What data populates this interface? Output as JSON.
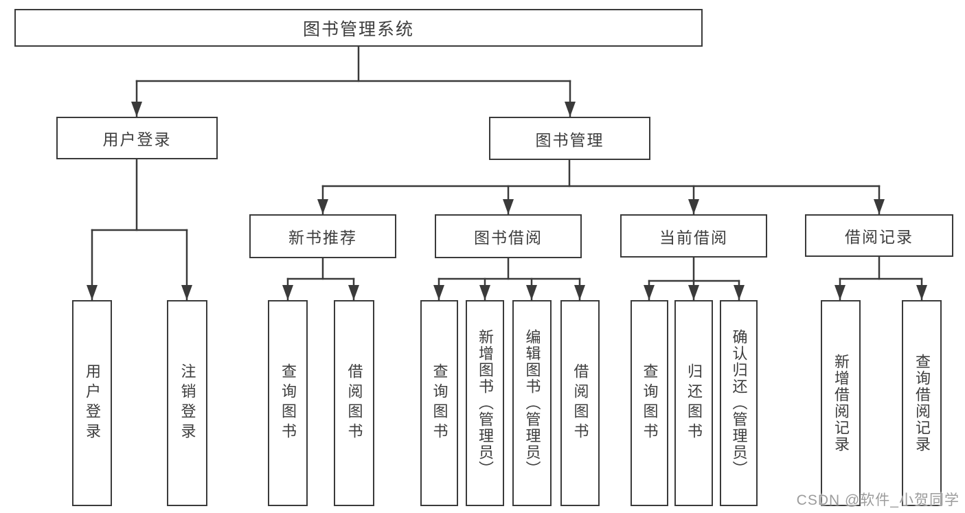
{
  "diagram": {
    "root": {
      "label": "图书管理系统",
      "children": [
        {
          "label": "用户登录",
          "children": [
            {
              "label": "用户登录"
            },
            {
              "label": "注销登录"
            }
          ]
        },
        {
          "label": "图书管理",
          "children": [
            {
              "label": "新书推荐",
              "children": [
                {
                  "label": "查询图书"
                },
                {
                  "label": "借阅图书"
                }
              ]
            },
            {
              "label": "图书借阅",
              "children": [
                {
                  "label": "查询图书"
                },
                {
                  "label": "新增图书（管理员）"
                },
                {
                  "label": "编辑图书（管理员）"
                },
                {
                  "label": "借阅图书"
                }
              ]
            },
            {
              "label": "当前借阅",
              "children": [
                {
                  "label": "查询图书"
                },
                {
                  "label": "归还图书"
                },
                {
                  "label": "确认归还（管理员）"
                }
              ]
            },
            {
              "label": "借阅记录",
              "children": [
                {
                  "label": "新增借阅记录"
                },
                {
                  "label": "查询借阅记录"
                }
              ]
            }
          ]
        }
      ]
    }
  },
  "watermark": {
    "text": "CSDN @软件_小贺同学"
  },
  "colors": {
    "line": "#3a3a3a",
    "box_border": "#3a3a3a",
    "text": "#3d3d3d",
    "watermark": "#9c9c9c",
    "background": "#ffffff"
  }
}
